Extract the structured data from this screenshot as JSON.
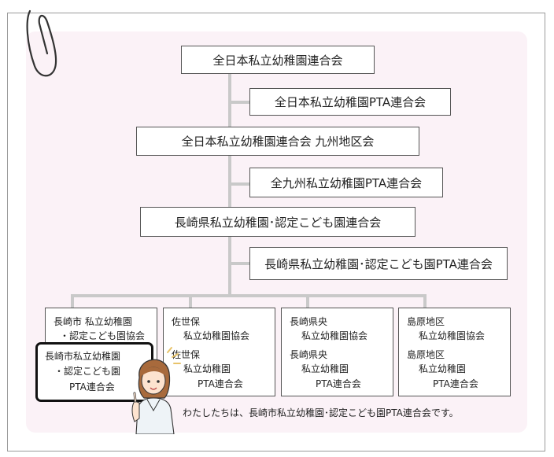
{
  "org": {
    "level1": "全日本私立幼稚園連合会",
    "level1_pta": "全日本私立幼稚園PTA連合会",
    "level2": "全日本私立幼稚園連合会 九州地区会",
    "level2_pta": "全九州私立幼稚園PTA連合会",
    "level3": "長崎県私立幼稚園･認定こども園連合会",
    "level3_pta": "長崎県私立幼稚園･認定こども園PTA連合会"
  },
  "branches": [
    {
      "l1": "長崎市 私立幼稚園",
      "l2": "・認定こども園協会",
      "h1": "長崎市私立幼稚園",
      "h2": "・認定こども園",
      "h3": "PTA連合会"
    },
    {
      "l1": "佐世保",
      "l2": "私立幼稚園協会",
      "l3": "佐世保",
      "l4": "私立幼稚園",
      "l5": "PTA連合会"
    },
    {
      "l1": "長崎県央",
      "l2": "私立幼稚園協会",
      "l3": "長崎県央",
      "l4": "私立幼稚園",
      "l5": "PTA連合会"
    },
    {
      "l1": "島原地区",
      "l2": "私立幼稚園協会",
      "l3": "島原地区",
      "l4": "私立幼稚園",
      "l5": "PTA連合会"
    }
  ],
  "caption": "わたしたちは、長崎市私立幼稚園･認定こども園PTA連合会です。",
  "colors": {
    "panel": "#fbf2f7",
    "line": "#c9c9c9",
    "border": "#555555"
  }
}
